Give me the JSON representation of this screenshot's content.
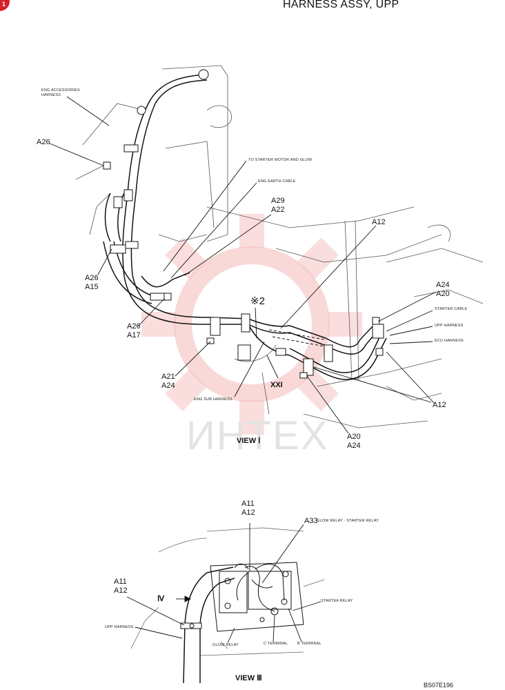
{
  "header": {
    "title": "HARNESS ASSY, UPP"
  },
  "watermark": {
    "text": "ИНТЕХ",
    "color": "#f0a0a0"
  },
  "view_i": {
    "caption": "VIEW Ⅰ",
    "notes": {
      "eng_accessories": "ENG ACCESSORIES\nHARNESS",
      "to_starter": "TO STARTER MOTOR AND GLOW",
      "eng_earth": "ENG EARTH CABLE",
      "starter_cable": "STARTER CABLE",
      "upp_harness": "UPP HARNESS",
      "ecu_harness": "ECU HARNESS",
      "eng_sub": "ENG SUB HARNESS"
    },
    "labels": {
      "a26_top": "A26",
      "a29_a22": "A29\nA22",
      "a12_top": "A12",
      "a26_a15": "A26\nA15",
      "a24_a20": "A24\nA20",
      "a26_a17": "A26\nA17",
      "mark2": "※2",
      "a21_a24": "A21\nA24",
      "xxi": "XXI",
      "a12_right": "A12",
      "a20_a24": "A20\nA24"
    }
  },
  "view_iii": {
    "caption": "VIEW Ⅲ",
    "notes": {
      "glow_starter": "GLOW RELAY - STARTER RELAY",
      "starter_relay": "STARTEA RELAY",
      "upp_harness": "UPP HARNESS",
      "glow_relay": "GLOW RELAY",
      "c_terminal": "C TERMINAL",
      "b_terminal": "B TERMINAL"
    },
    "labels": {
      "a11_a12_top": "A11\nA12",
      "a33": "A33",
      "a11_a12_left": "A11\nA12",
      "iv": "Ⅳ"
    }
  },
  "footer": {
    "doc_code": "BS07E196"
  }
}
